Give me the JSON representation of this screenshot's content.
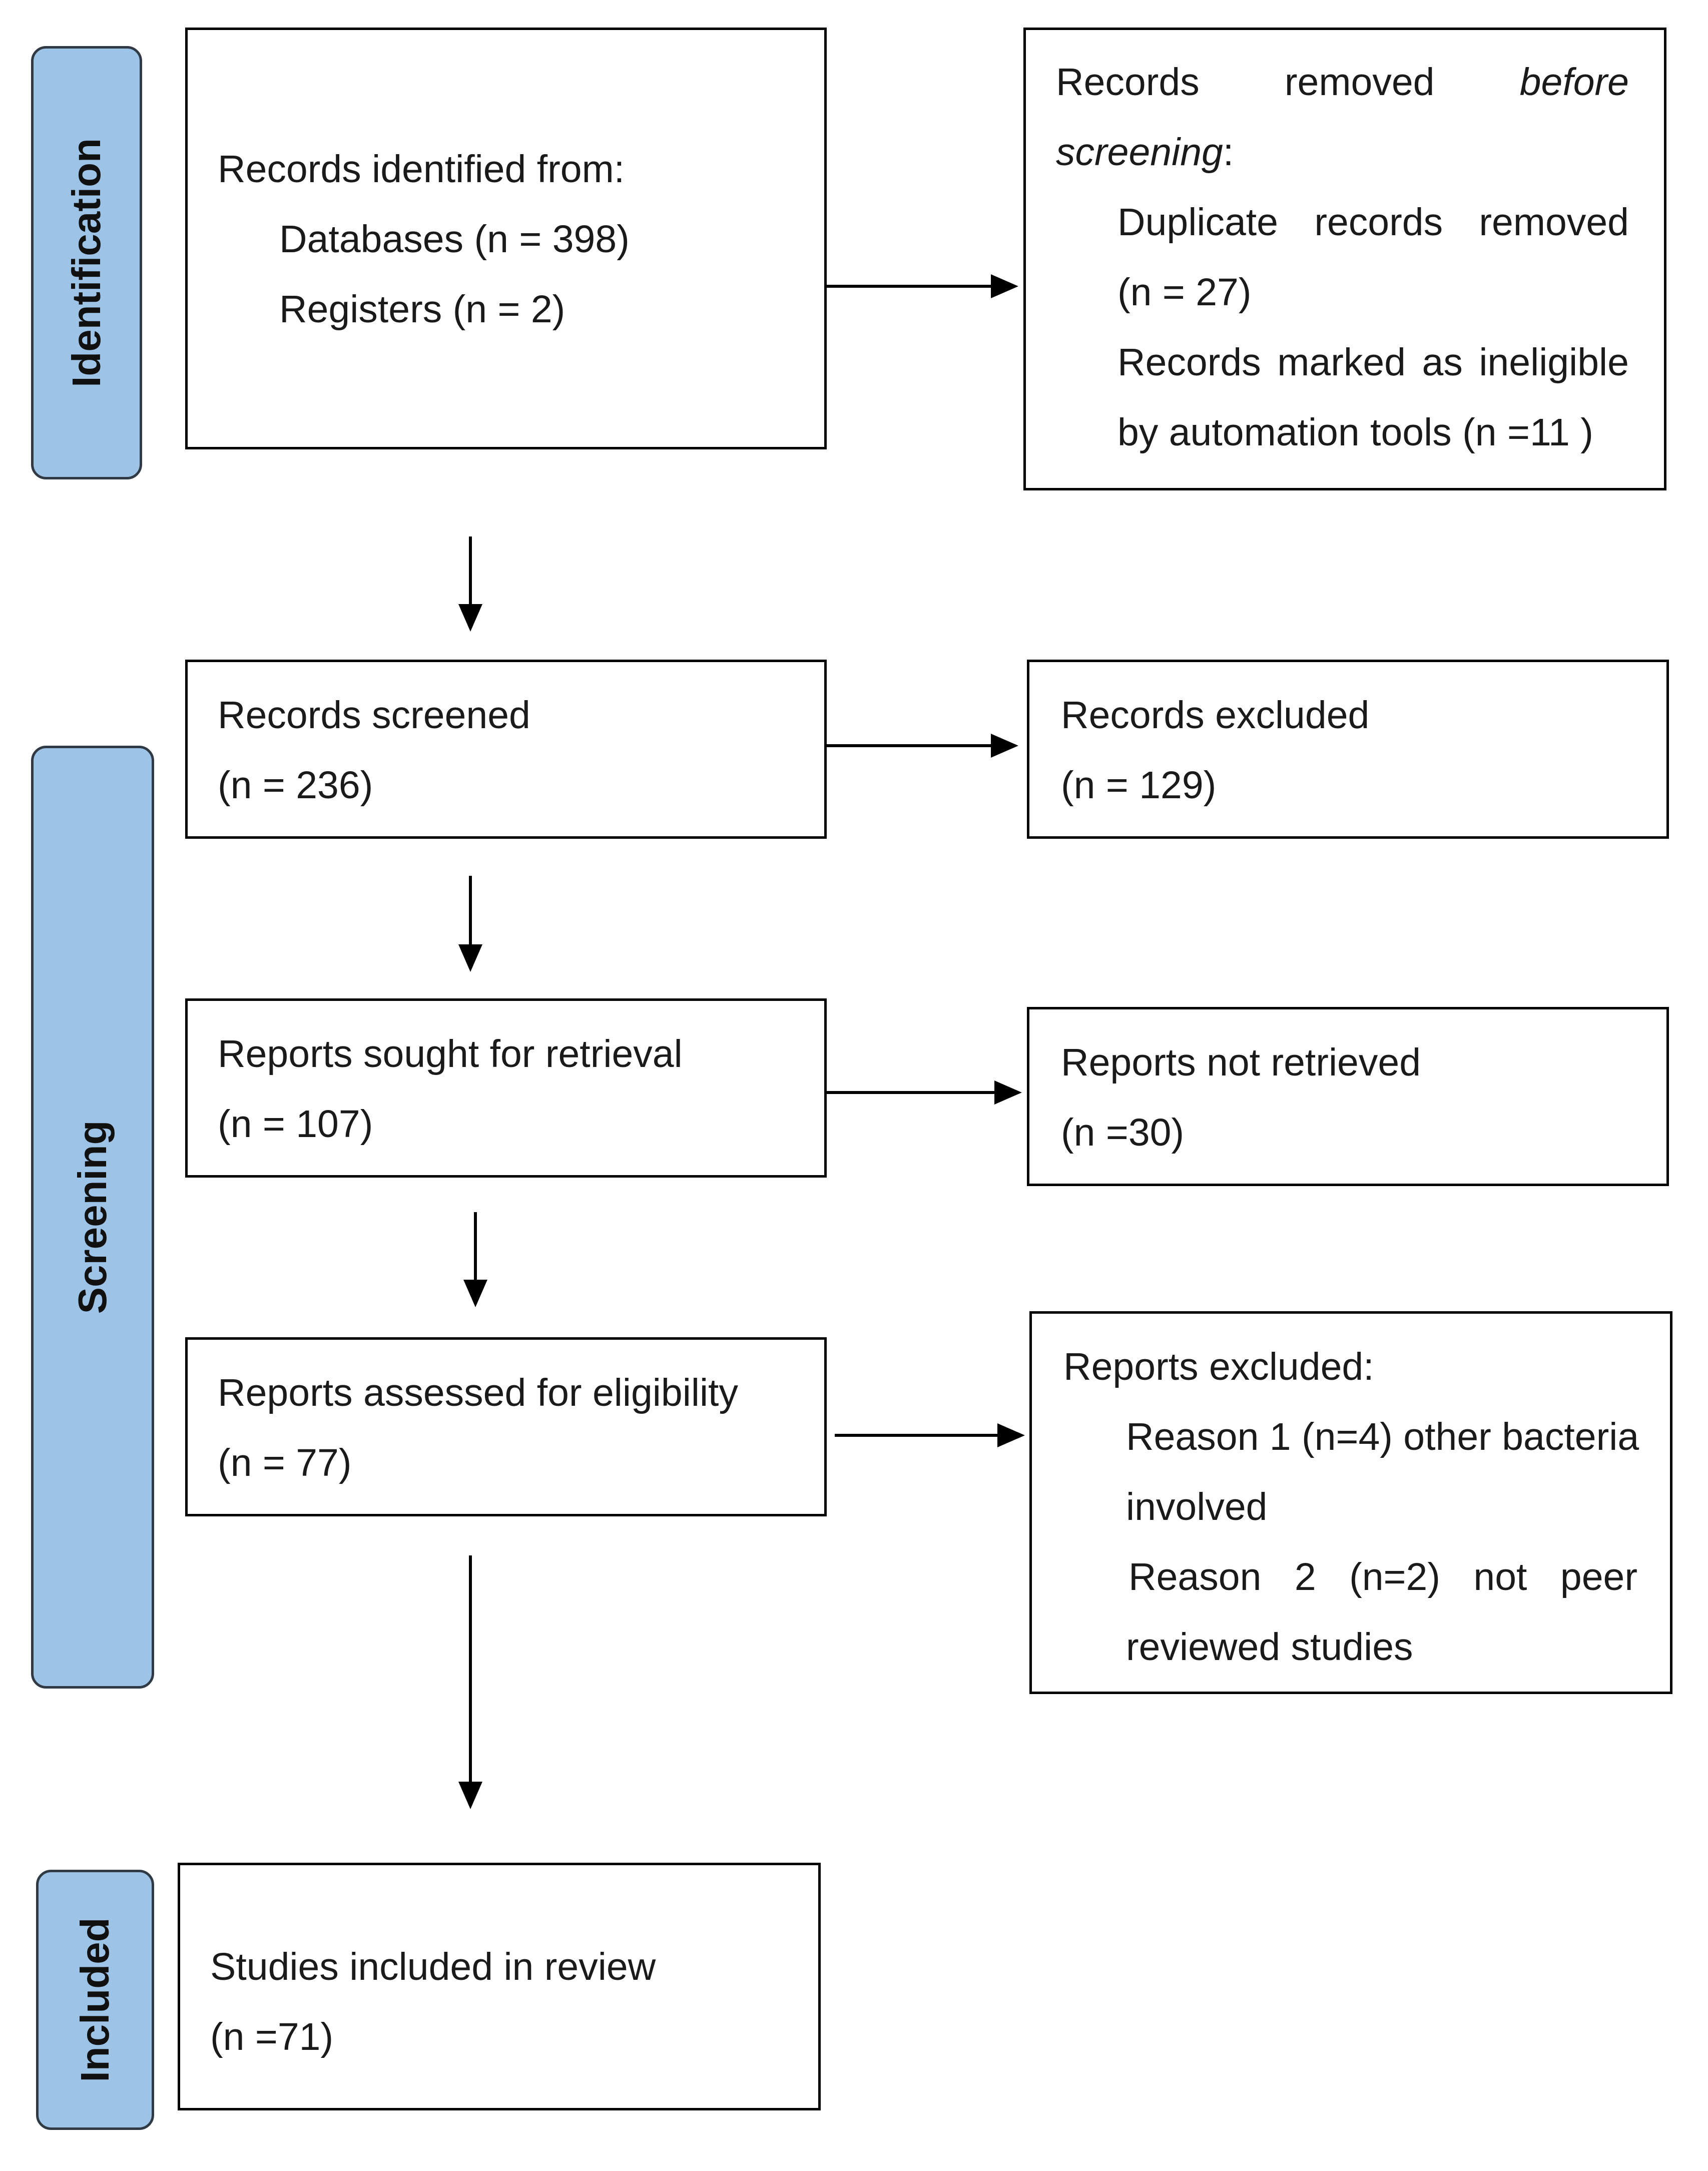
{
  "phases": {
    "identification": "Identification",
    "screening": "Screening",
    "included": "Included"
  },
  "identified": {
    "title": "Records identified from:",
    "databases": "Databases (n = 398)",
    "registers": "Registers (n = 2)"
  },
  "removed": {
    "line1": {
      "w1": "Records",
      "w2": "removed",
      "w3": "before"
    },
    "line2_italic": "screening",
    "line2_colon": ":",
    "duplicates": {
      "w1": "Duplicate",
      "w2": "records",
      "w3": "removed"
    },
    "duplicates_n": "(n = 27)",
    "ineligible": {
      "w1": "Records",
      "w2": "marked",
      "w3": "as",
      "w4": "ineligible"
    },
    "ineligible_2": "by automation tools (n =11 )"
  },
  "screened": {
    "title": "Records screened",
    "n": "(n = 236)"
  },
  "excluded": {
    "title": "Records excluded",
    "n": "(n = 129)"
  },
  "sought": {
    "title": "Reports sought for retrieval",
    "n": "(n = 107)"
  },
  "not_retrieved": {
    "title": "Reports not retrieved",
    "n": "(n =30)"
  },
  "assessed": {
    "title": "Reports assessed for eligibility",
    "n": "(n = 77)"
  },
  "reports_excluded": {
    "title": "Reports excluded:",
    "reason1": "Reason 1 (n=4) other bacteria",
    "reason1b": "involved",
    "reason2": {
      "w1": "Reason",
      "w2": "2",
      "w3": "(n=2)",
      "w4": "not",
      "w5": "peer"
    },
    "reason2b": "reviewed studies"
  },
  "included_box": {
    "title": "Studies included in review",
    "n": "(n =71)"
  }
}
